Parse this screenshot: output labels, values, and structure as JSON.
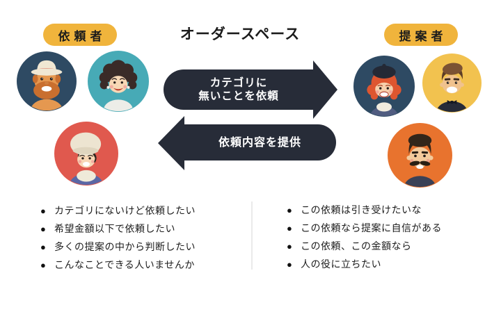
{
  "title": "オーダースペース",
  "bullet": "●",
  "colors": {
    "badge_bg": "#F0B43C",
    "arrow_bg": "#272C38",
    "arrow_text": "#FFFFFF",
    "divider": "#EAEAEA"
  },
  "left_group": {
    "badge": "依頼者",
    "avatars": [
      {
        "name": "bearded-man-with-hat",
        "bg": "#2E4A63"
      },
      {
        "name": "curly-haired-woman",
        "bg": "#47AAB6"
      },
      {
        "name": "person-with-white-beanie",
        "bg": "#E0594E"
      }
    ]
  },
  "right_group": {
    "badge": "提案者",
    "avatars": [
      {
        "name": "woman-with-beret",
        "bg": "#2E4A63"
      },
      {
        "name": "man-with-quiff",
        "bg": "#F2C24F"
      },
      {
        "name": "man-with-mustache",
        "bg": "#E8732E"
      }
    ]
  },
  "arrows": {
    "request": {
      "line1": "カテゴリに",
      "line2": "無いことを依頼"
    },
    "provide": {
      "label": "依頼内容を提供"
    }
  },
  "left_list": {
    "items": [
      "カテゴリにないけど依頼したい",
      "希望金額以下で依頼したい",
      "多くの提案の中から判断したい",
      "こんなことできる人いませんか"
    ]
  },
  "right_list": {
    "items": [
      "この依頼は引き受けたいな",
      "この依頼なら提案に自信がある",
      "この依頼、この金額なら",
      "人の役に立ちたい"
    ]
  }
}
